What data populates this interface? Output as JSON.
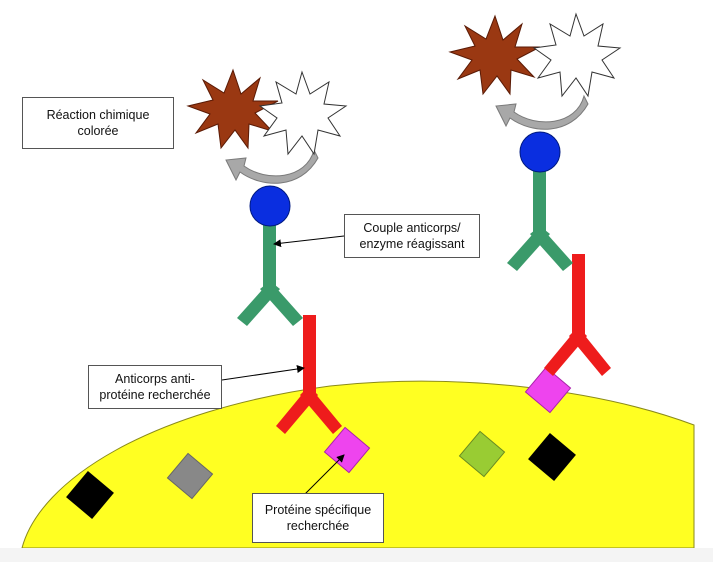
{
  "labels": {
    "reaction": {
      "line1": "Réaction chimique",
      "line2": "colorée"
    },
    "couple": {
      "line1": "Couple anticorps/",
      "line2": "enzyme réagissant"
    },
    "anticorps": {
      "line1": "Anticorps anti-",
      "line2": "protéine recherchée"
    },
    "proteine": {
      "line1": "Protéine spécifique",
      "line2": "recherchée"
    }
  },
  "colors": {
    "support": "#ffff22",
    "support_outline": "#8a8a1a",
    "primary_antibody": "#ee1c1c",
    "secondary_antibody": "#3a9a6a",
    "enzyme": "#0a2ee0",
    "target_protein": "#ee44ee",
    "colored_product": "#9a3812",
    "substrate": "#ffffff",
    "arrow": "#a8a8a8",
    "protein_gray": "#888888",
    "protein_green": "#99cc33",
    "protein_black": "#000000"
  }
}
